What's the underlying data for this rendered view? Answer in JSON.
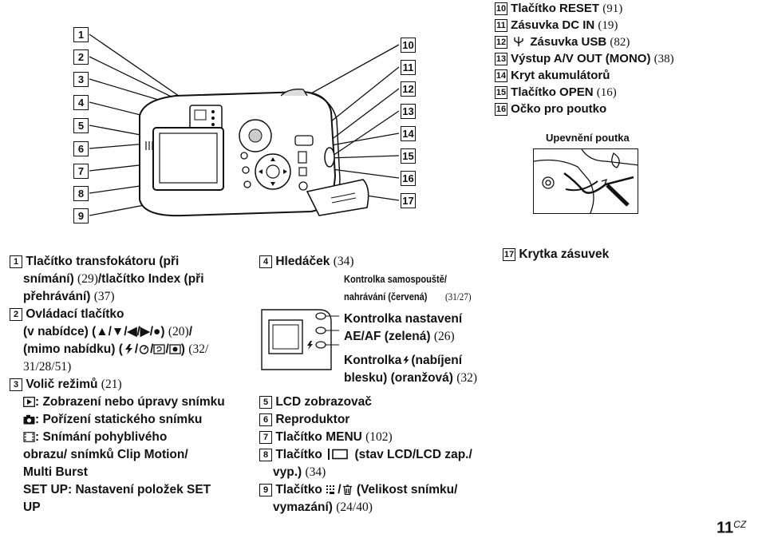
{
  "camera_callouts_left": [
    "1",
    "2",
    "3",
    "4",
    "5",
    "6",
    "7",
    "8",
    "9"
  ],
  "camera_callouts_right": [
    "10",
    "11",
    "12",
    "13",
    "14",
    "15",
    "16",
    "17"
  ],
  "top_list": [
    {
      "num": "10",
      "label": "Tlačítko RESET",
      "ref": "(91)"
    },
    {
      "num": "11",
      "label": "Zásuvka DC IN",
      "ref": "(19)"
    },
    {
      "num": "12",
      "label": "Zásuvka USB",
      "ref": "(82)"
    },
    {
      "num": "13",
      "label": "Výstup A/V OUT (MONO)",
      "ref": "(38)"
    },
    {
      "num": "14",
      "label": "Kryt akumulátorů",
      "ref": ""
    },
    {
      "num": "15",
      "label": "Tlačítko OPEN",
      "ref": "(16)"
    },
    {
      "num": "16",
      "label": "Očko pro poutko",
      "ref": ""
    }
  ],
  "strap_caption": "Upevnění poutka",
  "col1": {
    "i1_num": "1",
    "i1_l1": "Tlačítko transfokátoru (při",
    "i1_l2a": "snímání)",
    "i1_l2b": "(29)",
    "i1_l2c": "/tlačítko Index (při",
    "i1_l3a": "přehrávání)",
    "i1_l3b": "(37)",
    "i2_num": "2",
    "i2_l1": "Ovládací tlačítko",
    "i2_l2a": "(v nabídce) (▲/▼/◀/▶/●)",
    "i2_l2b": "(20)",
    "i2_l2c": "/",
    "i2_l3a": "(mimo nabídku) (",
    "i2_l3b": "/",
    "i2_l3c": "/",
    "i2_l3d": "/",
    "i2_l3e": ")",
    "i2_l3f": "(32/",
    "i2_l4": "31/28/51)",
    "i3_num": "3",
    "i3_l1a": "Volič režimů",
    "i3_l1b": "(21)",
    "i3_play": ": Zobrazení nebo úpravy snímku",
    "i3_cam": ": Pořízení statického snímku",
    "i3_movie": ": Snímání pohyblivého",
    "i3_movie2": "obrazu/ snímků Clip Motion/",
    "i3_movie3": "Multi Burst",
    "i3_setup": "SET UP: Nastavení položek SET",
    "i3_setup2": "UP"
  },
  "col2": {
    "i4_num": "4",
    "i4_a": "Hledáček",
    "i4_b": "(34)",
    "lbl_self_1": "Kontrolka samospouště/",
    "lbl_self_2a": "nahrávání (červená)",
    "lbl_self_2b": "(31/27)",
    "lbl_af_1": "Kontrolka nastavení",
    "lbl_af_2a": "AE/AF (zelená)",
    "lbl_af_2b": "(26)",
    "lbl_fl_1a": "Kontrolka",
    "lbl_fl_1b": "(nabíjení",
    "lbl_fl_2a": "blesku) (oranžová)",
    "lbl_fl_2b": "(32)",
    "i5_num": "5",
    "i5": "LCD zobrazovač",
    "i6_num": "6",
    "i6": "Reproduktor",
    "i7_num": "7",
    "i7a": "Tlačítko MENU",
    "i7b": "(102)",
    "i8_num": "8",
    "i8a": "Tlačítko",
    "i8b": "(stav LCD/LCD zap./",
    "i8_l2a": "vyp.)",
    "i8_l2b": "(34)",
    "i9_num": "9",
    "i9a": "Tlačítko",
    "i9b": "/",
    "i9c": "(Velikost snímku/",
    "i9_l2a": "vymazání)",
    "i9_l2b": "(24/40)"
  },
  "col3": {
    "i17_num": "17",
    "i17": "Krytka zásuvek"
  },
  "page_number": "11",
  "page_lang": "CZ"
}
